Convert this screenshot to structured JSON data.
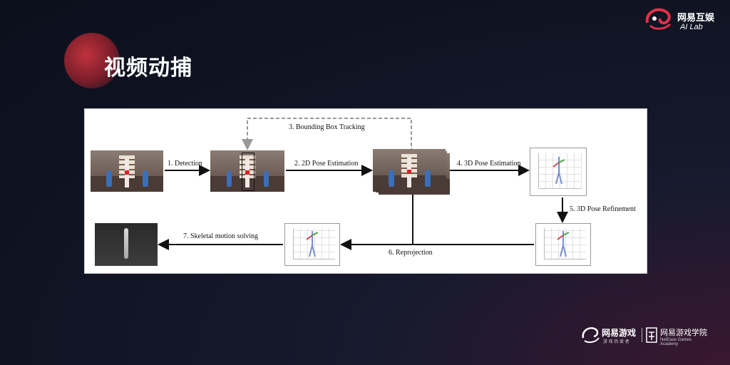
{
  "slide": {
    "title": "视频动捕"
  },
  "brand_top": {
    "name": "网易互娱",
    "sub": "AI Lab"
  },
  "footer": {
    "games_name": "网易游戏",
    "games_sub": "游 戏 热 爱 者",
    "academy_name": "网易游戏学院",
    "academy_sub": "NetEase Games Academy"
  },
  "diagram": {
    "steps": {
      "detection": "1. Detection",
      "pose2d": "2. 2D Pose Estimation",
      "bbox_tracking": "3. Bounding Box Tracking",
      "pose3d": "4. 3D Pose Estimation",
      "refinement": "5. 3D Pose Refinement",
      "reprojection": "6. Reprojection",
      "skeletal": "7. Skeletal motion solving"
    }
  },
  "colors": {
    "accent": "#c0333d",
    "background": "#0f1322"
  }
}
